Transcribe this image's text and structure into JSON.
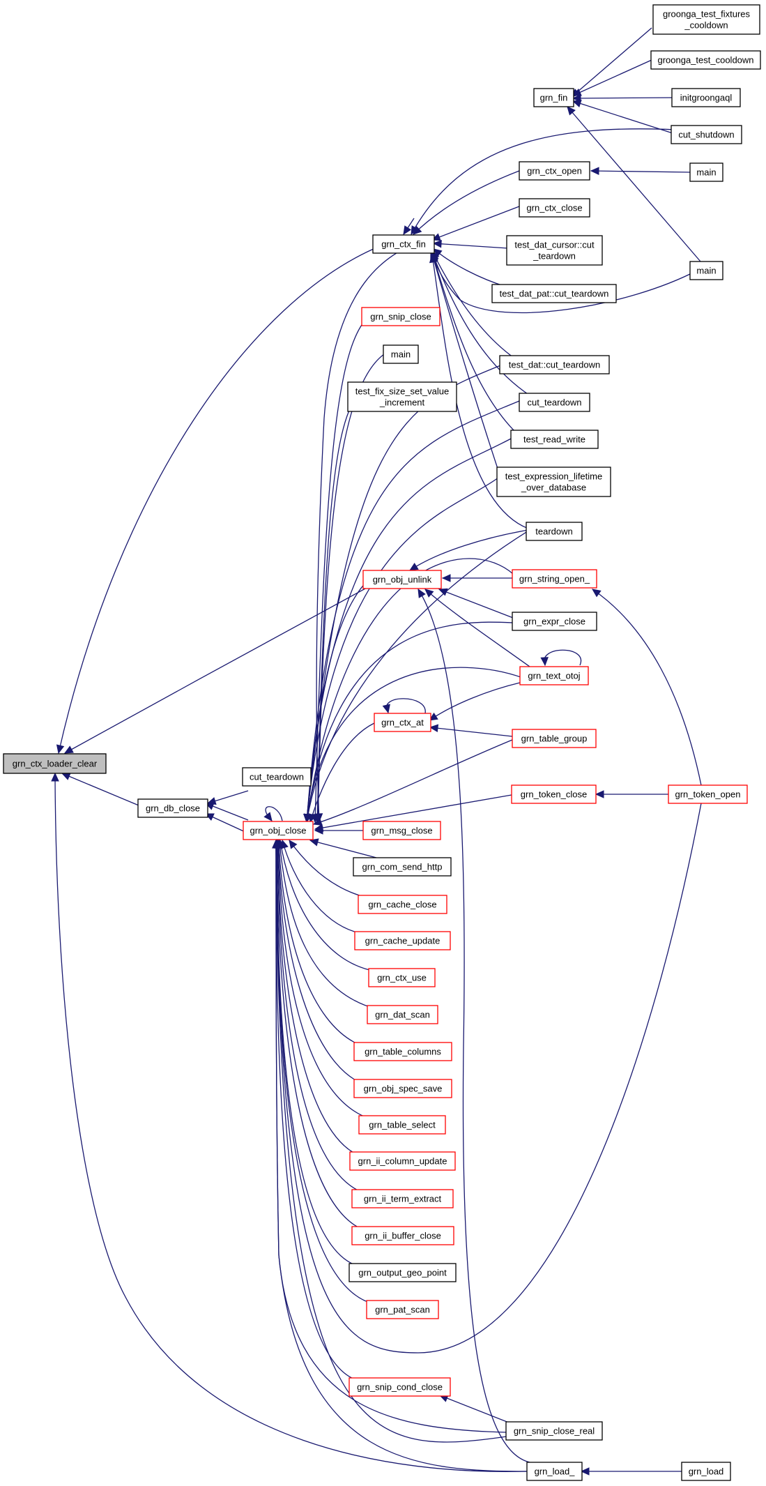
{
  "diagram": {
    "nodes": [
      {
        "id": "grn_ctx_loader_clear",
        "lines": [
          "grn_ctx_loader_clear"
        ],
        "style": "root"
      },
      {
        "id": "grn_db_close",
        "lines": [
          "grn_db_close"
        ],
        "style": "black"
      },
      {
        "id": "grn_obj_close",
        "lines": [
          "grn_obj_close"
        ],
        "style": "red"
      },
      {
        "id": "cut_teardown_1",
        "lines": [
          "cut_teardown"
        ],
        "style": "black"
      },
      {
        "id": "grn_ctx_fin",
        "lines": [
          "grn_ctx_fin"
        ],
        "style": "black"
      },
      {
        "id": "grn_snip_close",
        "lines": [
          "grn_snip_close"
        ],
        "style": "red"
      },
      {
        "id": "main_1",
        "lines": [
          "main"
        ],
        "style": "black"
      },
      {
        "id": "test_fix_size",
        "lines": [
          "test_fix_size_set_value",
          "_increment"
        ],
        "style": "black"
      },
      {
        "id": "grn_obj_unlink",
        "lines": [
          "grn_obj_unlink"
        ],
        "style": "red"
      },
      {
        "id": "grn_ctx_at",
        "lines": [
          "grn_ctx_at"
        ],
        "style": "red"
      },
      {
        "id": "grn_msg_close",
        "lines": [
          "grn_msg_close"
        ],
        "style": "red"
      },
      {
        "id": "grn_com_send_http",
        "lines": [
          "grn_com_send_http"
        ],
        "style": "black"
      },
      {
        "id": "grn_cache_close",
        "lines": [
          "grn_cache_close"
        ],
        "style": "red"
      },
      {
        "id": "grn_cache_update",
        "lines": [
          "grn_cache_update"
        ],
        "style": "red"
      },
      {
        "id": "grn_ctx_use",
        "lines": [
          "grn_ctx_use"
        ],
        "style": "red"
      },
      {
        "id": "grn_dat_scan",
        "lines": [
          "grn_dat_scan"
        ],
        "style": "red"
      },
      {
        "id": "grn_table_columns",
        "lines": [
          "grn_table_columns"
        ],
        "style": "red"
      },
      {
        "id": "grn_obj_spec_save",
        "lines": [
          "grn_obj_spec_save"
        ],
        "style": "red"
      },
      {
        "id": "grn_table_select",
        "lines": [
          "grn_table_select"
        ],
        "style": "red"
      },
      {
        "id": "grn_ii_column_update",
        "lines": [
          "grn_ii_column_update"
        ],
        "style": "red"
      },
      {
        "id": "grn_ii_term_extract",
        "lines": [
          "grn_ii_term_extract"
        ],
        "style": "red"
      },
      {
        "id": "grn_ii_buffer_close",
        "lines": [
          "grn_ii_buffer_close"
        ],
        "style": "red"
      },
      {
        "id": "grn_output_geo_point",
        "lines": [
          "grn_output_geo_point"
        ],
        "style": "black"
      },
      {
        "id": "grn_pat_scan",
        "lines": [
          "grn_pat_scan"
        ],
        "style": "red"
      },
      {
        "id": "grn_snip_cond_close",
        "lines": [
          "grn_snip_cond_close"
        ],
        "style": "red"
      },
      {
        "id": "grn_fin",
        "lines": [
          "grn_fin"
        ],
        "style": "black"
      },
      {
        "id": "grn_ctx_open",
        "lines": [
          "grn_ctx_open"
        ],
        "style": "black"
      },
      {
        "id": "grn_ctx_close",
        "lines": [
          "grn_ctx_close"
        ],
        "style": "black"
      },
      {
        "id": "test_dat_cursor",
        "lines": [
          "test_dat_cursor::cut",
          "_teardown"
        ],
        "style": "black"
      },
      {
        "id": "test_dat_pat",
        "lines": [
          "test_dat_pat::cut_teardown"
        ],
        "style": "black"
      },
      {
        "id": "test_dat_cut",
        "lines": [
          "test_dat::cut_teardown"
        ],
        "style": "black"
      },
      {
        "id": "cut_teardown_2",
        "lines": [
          "cut_teardown"
        ],
        "style": "black"
      },
      {
        "id": "test_read_write",
        "lines": [
          "test_read_write"
        ],
        "style": "black"
      },
      {
        "id": "test_expression",
        "lines": [
          "test_expression_lifetime",
          "_over_database"
        ],
        "style": "black"
      },
      {
        "id": "teardown",
        "lines": [
          "teardown"
        ],
        "style": "black"
      },
      {
        "id": "grn_string_open_",
        "lines": [
          "grn_string_open_"
        ],
        "style": "red"
      },
      {
        "id": "grn_expr_close",
        "lines": [
          "grn_expr_close"
        ],
        "style": "black"
      },
      {
        "id": "grn_text_otoj",
        "lines": [
          "grn_text_otoj"
        ],
        "style": "red"
      },
      {
        "id": "grn_table_group",
        "lines": [
          "grn_table_group"
        ],
        "style": "red"
      },
      {
        "id": "grn_token_close",
        "lines": [
          "grn_token_close"
        ],
        "style": "red"
      },
      {
        "id": "grn_snip_close_real",
        "lines": [
          "grn_snip_close_real"
        ],
        "style": "black"
      },
      {
        "id": "grn_load_",
        "lines": [
          "grn_load_"
        ],
        "style": "black"
      },
      {
        "id": "groonga_test_fixtures",
        "lines": [
          "groonga_test_fixtures",
          "_cooldown"
        ],
        "style": "black"
      },
      {
        "id": "groonga_test_cooldown",
        "lines": [
          "groonga_test_cooldown"
        ],
        "style": "black"
      },
      {
        "id": "initgroongaql",
        "lines": [
          "initgroongaql"
        ],
        "style": "black"
      },
      {
        "id": "cut_shutdown",
        "lines": [
          "cut_shutdown"
        ],
        "style": "black"
      },
      {
        "id": "main_2",
        "lines": [
          "main"
        ],
        "style": "black"
      },
      {
        "id": "main_3",
        "lines": [
          "main"
        ],
        "style": "black"
      },
      {
        "id": "grn_token_open",
        "lines": [
          "grn_token_open"
        ],
        "style": "red"
      },
      {
        "id": "grn_load",
        "lines": [
          "grn_load"
        ],
        "style": "black"
      }
    ]
  }
}
